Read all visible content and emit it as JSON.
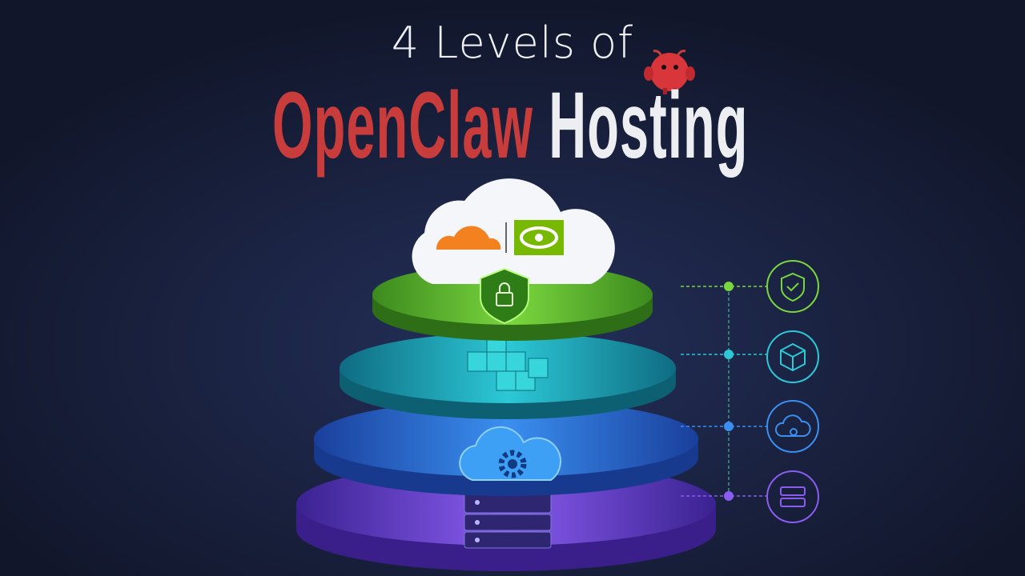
{
  "title": {
    "line1": "4 Levels of",
    "brand": "OpenClaw",
    "rest": "Hosting"
  },
  "colors": {
    "background": "#141a2c",
    "brand_red": "#c83c3c",
    "level1": "#6fd23c",
    "level2": "#22b8c8",
    "level3": "#2a7fe0",
    "level4": "#7a4fe0"
  },
  "levels": [
    {
      "icon": "shield-lock-icon",
      "side_icon": "shield-check-icon"
    },
    {
      "icon": "container-blocks-icon",
      "side_icon": "box-icon"
    },
    {
      "icon": "cloud-gear-icon",
      "side_icon": "cloud-gear-icon"
    },
    {
      "icon": "server-rack-icon",
      "side_icon": "server-icon"
    }
  ],
  "cloud_logos": [
    "cloudflare-logo",
    "nvidia-logo"
  ]
}
